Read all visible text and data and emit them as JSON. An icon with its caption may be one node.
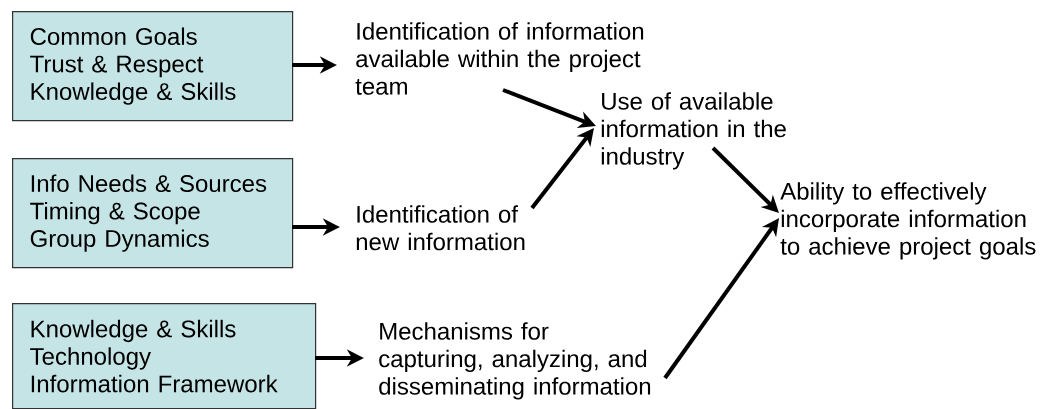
{
  "diagram": {
    "nodes": [
      {
        "text": [
          "Common Goals",
          "Trust & Respect",
          "Knowledge & Skills"
        ]
      },
      {
        "text": [
          "Info Needs & Sources",
          "Timing & Scope",
          "Group Dynamics"
        ]
      },
      {
        "text": [
          "Knowledge & Skills",
          "Technology",
          "Information Framework"
        ]
      },
      {
        "text": [
          "Identification of information available within the project team"
        ]
      },
      {
        "text": [
          "Identification of new information"
        ]
      },
      {
        "text": [
          "Mechanisms for capturing, analyzing, and disseminating information"
        ]
      },
      {
        "text": [
          "Use of available information in the industry"
        ]
      },
      {
        "text": [
          "Ability to effectively incorporate information to achieve project goals"
        ]
      }
    ],
    "edges": [
      {
        "from": 0,
        "to": 3,
        "arrow": "to"
      },
      {
        "from": 1,
        "to": 4,
        "arrow": "to"
      },
      {
        "from": 2,
        "to": 5,
        "arrow": "to"
      },
      {
        "from": 3,
        "to": 6,
        "arrow": "to"
      },
      {
        "from": 4,
        "to": 6,
        "arrow": "to"
      },
      {
        "from": 6,
        "to": 7,
        "arrow": "to"
      },
      {
        "from": 5,
        "to": 7,
        "arrow": "to"
      }
    ]
  }
}
